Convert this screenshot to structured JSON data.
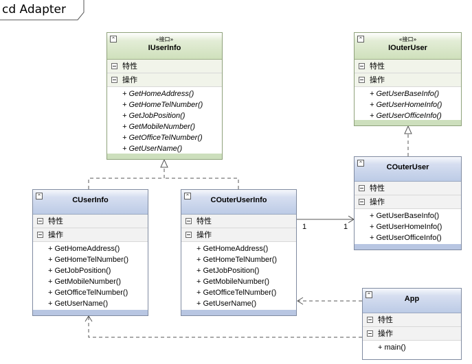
{
  "frame": {
    "title": "cd Adapter"
  },
  "labels": {
    "attributes": "特性",
    "operations": "操作"
  },
  "boxes": {
    "iuserinfo": {
      "stereotype": "«接口»",
      "name": "IUserInfo",
      "ops": [
        "+ GetHomeAddress()",
        "+ GetHomeTelNumber()",
        "+ GetJobPosition()",
        "+ GetMobileNumber()",
        "+ GetOfficeTelNumber()",
        "+ GetUserName()"
      ]
    },
    "iouteruser": {
      "stereotype": "«接口»",
      "name": "IOuterUser",
      "ops": [
        "+ GetUserBaseInfo()",
        "+ GetUserHomeInfo()",
        "+ GetUserOfficeInfo()"
      ]
    },
    "couteruser": {
      "name": "COuterUser",
      "ops": [
        "+ GetUserBaseInfo()",
        "+ GetUserHomeInfo()",
        "+ GetUserOfficeInfo()"
      ]
    },
    "cuserinfo": {
      "name": "CUserInfo",
      "ops": [
        "+ GetHomeAddress()",
        "+ GetHomeTelNumber()",
        "+ GetJobPosition()",
        "+ GetMobileNumber()",
        "+ GetOfficeTelNumber()",
        "+ GetUserName()"
      ]
    },
    "couteruserinfo": {
      "name": "COuterUserInfo",
      "ops": [
        "+ GetHomeAddress()",
        "+ GetHomeTelNumber()",
        "+ GetJobPosition()",
        "+ GetMobileNumber()",
        "+ GetOfficeTelNumber()",
        "+ GetUserName()"
      ]
    },
    "app": {
      "name": "App",
      "ops": [
        "+ main()"
      ]
    }
  },
  "multiplicities": {
    "source": "1",
    "target": "1"
  }
}
